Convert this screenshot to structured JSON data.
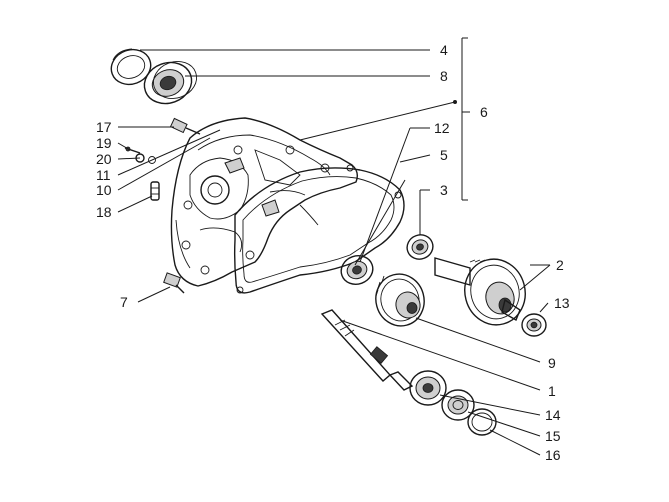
{
  "callouts": [
    {
      "id": "c4",
      "label": "4"
    },
    {
      "id": "c8",
      "label": "8"
    },
    {
      "id": "c6",
      "label": "6"
    },
    {
      "id": "c12",
      "label": "12"
    },
    {
      "id": "c5",
      "label": "5"
    },
    {
      "id": "c3",
      "label": "3"
    },
    {
      "id": "c2",
      "label": "2"
    },
    {
      "id": "c13",
      "label": "13"
    },
    {
      "id": "c9",
      "label": "9"
    },
    {
      "id": "c1",
      "label": "1"
    },
    {
      "id": "c14",
      "label": "14"
    },
    {
      "id": "c15",
      "label": "15"
    },
    {
      "id": "c16",
      "label": "16"
    },
    {
      "id": "c17",
      "label": "17"
    },
    {
      "id": "c19",
      "label": "19"
    },
    {
      "id": "c20",
      "label": "20"
    },
    {
      "id": "c11",
      "label": "11"
    },
    {
      "id": "c10",
      "label": "10"
    },
    {
      "id": "c18",
      "label": "18"
    },
    {
      "id": "c7",
      "label": "7"
    }
  ]
}
